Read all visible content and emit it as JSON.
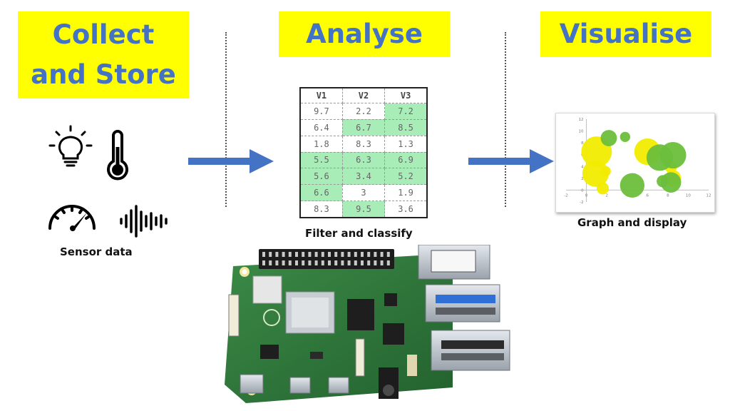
{
  "stages": {
    "collect": {
      "line1": "Collect",
      "line2": "and Store"
    },
    "analyse": {
      "label": "Analyse"
    },
    "visualise": {
      "label": "Visualise"
    }
  },
  "captions": {
    "sensor": "Sensor data",
    "filter": "Filter and classify",
    "graph": "Graph and display"
  },
  "colors": {
    "stage_bg": "#ffff00",
    "stage_text": "#4472c4",
    "arrow": "#4472c4",
    "highlight": "#a8ecb8",
    "bubble_yellow": "#f2ec00",
    "bubble_green": "#6cbf3c",
    "board": "#2f7a3c"
  },
  "icons": [
    "lightbulb-icon",
    "thermometer-icon",
    "speedometer-icon",
    "soundwave-icon"
  ],
  "table": {
    "headers": [
      "V1",
      "V2",
      "V3"
    ],
    "rows": [
      {
        "cells": [
          "9.7",
          "2.2",
          "7.2"
        ],
        "highlight": [
          false,
          false,
          true
        ]
      },
      {
        "cells": [
          "6.4",
          "6.7",
          "8.5"
        ],
        "highlight": [
          false,
          true,
          true
        ]
      },
      {
        "cells": [
          "1.8",
          "8.3",
          "1.3"
        ],
        "highlight": [
          false,
          false,
          false
        ]
      },
      {
        "cells": [
          "5.5",
          "6.3",
          "6.9"
        ],
        "highlight": [
          true,
          true,
          true
        ]
      },
      {
        "cells": [
          "5.6",
          "3.4",
          "5.2"
        ],
        "highlight": [
          true,
          true,
          true
        ]
      },
      {
        "cells": [
          "6.6",
          "3",
          "1.9"
        ],
        "highlight": [
          true,
          false,
          false
        ]
      },
      {
        "cells": [
          "8.3",
          "9.5",
          "3.6"
        ],
        "highlight": [
          false,
          true,
          false
        ]
      }
    ]
  },
  "chart_data": {
    "type": "scatter",
    "subtype": "bubble",
    "xlim": [
      -2,
      12
    ],
    "ylim": [
      -2,
      12
    ],
    "x_ticks": [
      "-2",
      "0",
      "2",
      "4",
      "6",
      "8",
      "10",
      "12"
    ],
    "y_ticks": [
      "12",
      "10",
      "8",
      "6",
      "4",
      "2",
      "0",
      "-2"
    ],
    "grid": false,
    "series": [
      {
        "color": "#f2ec00",
        "points": [
          {
            "x": 1,
            "y": 6.5,
            "r": 1.5
          },
          {
            "x": 0.9,
            "y": 2.8,
            "r": 1.3
          },
          {
            "x": 6,
            "y": 6.5,
            "r": 1.3
          },
          {
            "x": 1.9,
            "y": 3.2,
            "r": 0.5
          },
          {
            "x": 1.6,
            "y": 0.3,
            "r": 0.6
          },
          {
            "x": 8.3,
            "y": 3.9,
            "r": 0.6
          },
          {
            "x": 8.5,
            "y": 2.0,
            "r": 0.8
          }
        ]
      },
      {
        "color": "#6cbf3c",
        "points": [
          {
            "x": 2.2,
            "y": 8.8,
            "r": 0.8
          },
          {
            "x": 3.8,
            "y": 9.0,
            "r": 0.5
          },
          {
            "x": 7.2,
            "y": 5.5,
            "r": 1.3
          },
          {
            "x": 8.5,
            "y": 5.9,
            "r": 1.3
          },
          {
            "x": 4.5,
            "y": 0.8,
            "r": 1.2
          },
          {
            "x": 7.5,
            "y": 1.5,
            "r": 0.6
          },
          {
            "x": 8.3,
            "y": 1.3,
            "r": 1.0
          }
        ]
      }
    ]
  }
}
